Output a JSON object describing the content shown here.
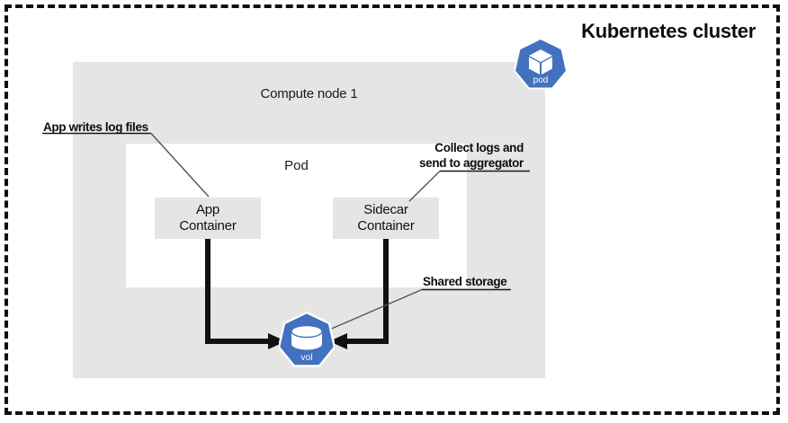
{
  "diagram": {
    "title": "Kubernetes cluster",
    "cluster_border_color": "#101010",
    "node_fill": "#e5e5e4",
    "pod_fill": "#ffffff",
    "k8s_blue": "#4271bf",
    "arrow_color": "#111111",
    "leader_color": "#555555"
  },
  "compute_node": {
    "label": "Compute node 1"
  },
  "pod": {
    "label": "Pod",
    "containers": [
      {
        "name": "app-container",
        "label_line1": "App",
        "label_line2": "Container"
      },
      {
        "name": "sidecar-container",
        "label_line1": "Sidecar",
        "label_line2": "Container"
      }
    ]
  },
  "icons": {
    "pod": {
      "caption": "pod",
      "glyph": "cube"
    },
    "volume": {
      "caption": "vol",
      "glyph": "cylinder"
    }
  },
  "annotations": [
    {
      "name": "app-writes-log-files",
      "line1": "App writes log files",
      "line2": ""
    },
    {
      "name": "collect-logs",
      "line1": "Collect logs and",
      "line2": "send to aggregator"
    },
    {
      "name": "shared-storage",
      "line1": "Shared storage",
      "line2": ""
    }
  ]
}
